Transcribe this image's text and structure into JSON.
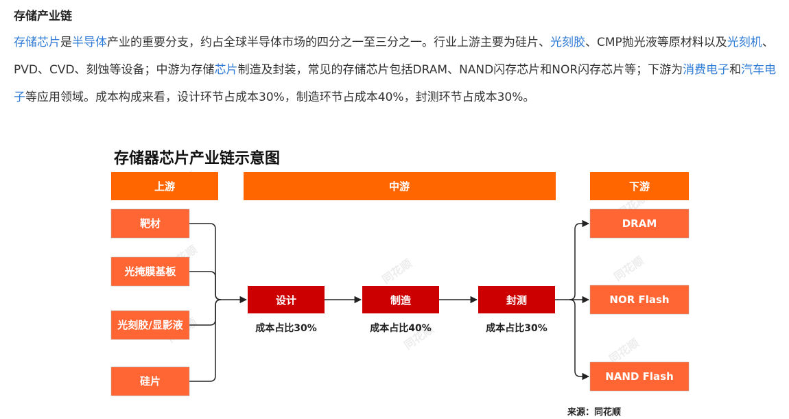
{
  "article": {
    "heading": "存储产业链",
    "paragraph": [
      {
        "text": "存储芯片",
        "link": true
      },
      {
        "text": "是",
        "link": false
      },
      {
        "text": "半导体",
        "link": true
      },
      {
        "text": "产业的重要分支，约占全球半导体市场的四分之一至三分之一。行业上游主要为硅片、",
        "link": false
      },
      {
        "text": "光刻胶",
        "link": true
      },
      {
        "text": "、CMP抛光液等原材料以及",
        "link": false
      },
      {
        "text": "光刻机",
        "link": true
      },
      {
        "text": "、PVD、CVD、刻蚀等设备；中游为存储",
        "link": false
      },
      {
        "text": "芯片",
        "link": true
      },
      {
        "text": "制造及封装，常见的存储芯片包括DRAM、NAND闪存芯片和NOR闪存芯片等；下游为",
        "link": false
      },
      {
        "text": "消费电子",
        "link": true
      },
      {
        "text": "和",
        "link": false
      },
      {
        "text": "汽车电子",
        "link": true
      },
      {
        "text": "等应用领域。成本构成来看，设计环节占成本30%，制造环节占成本40%，封测环节占成本30%。",
        "link": false
      }
    ]
  },
  "diagram": {
    "title": "存储器芯片产业链示意图",
    "headers": {
      "upstream": "上游",
      "midstream": "中游",
      "downstream": "下游"
    },
    "upstream_items": [
      "靶材",
      "光掩膜基板",
      "光刻胶/显影液",
      "硅片"
    ],
    "mid_steps": [
      {
        "label": "设计",
        "cost": "成本占比30%"
      },
      {
        "label": "制造",
        "cost": "成本占比40%"
      },
      {
        "label": "封测",
        "cost": "成本占比30%"
      }
    ],
    "downstream_items": [
      "DRAM",
      "NOR Flash",
      "NAND Flash"
    ],
    "source": "来源：同花顺",
    "watermark": "同花顺",
    "colors": {
      "header": "#ff6600",
      "side_box": "#ff6633",
      "mid_box": "#cc0000",
      "link": "#2f7bd6",
      "line": "#222222"
    }
  }
}
